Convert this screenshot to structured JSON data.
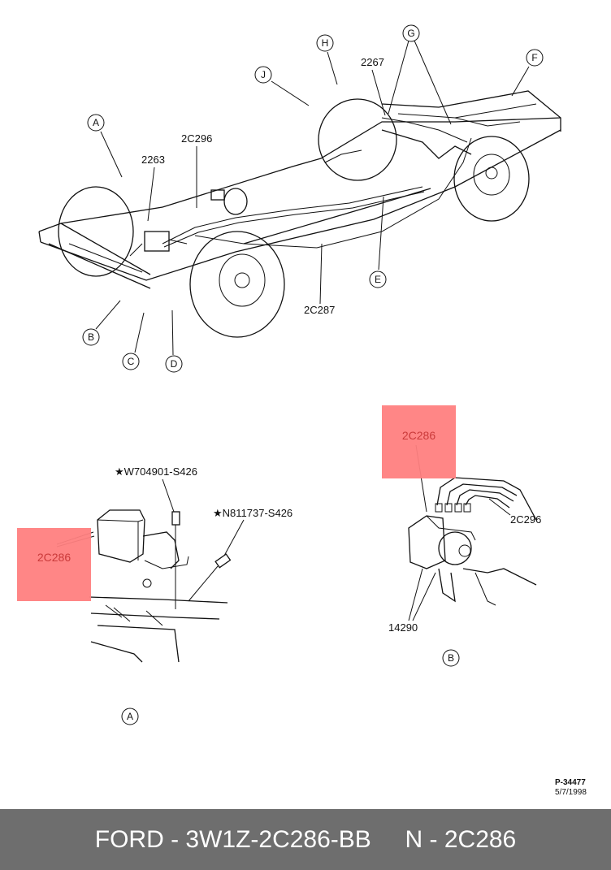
{
  "diagram": {
    "callouts": [
      "A",
      "B",
      "C",
      "D",
      "E",
      "F",
      "G",
      "H",
      "J"
    ],
    "part_labels": {
      "p2263": "2263",
      "p2c296_top": "2C296",
      "p2267": "2267",
      "p2c287": "2C287",
      "w704901": "★W704901-S426",
      "n811737": "★N811737-S426",
      "p2c296_b": "2C296",
      "p14290": "14290"
    },
    "view_labels": {
      "view_a": "A",
      "view_b": "B"
    },
    "highlights": {
      "left": "2C286",
      "right": "2C286"
    },
    "figure_code": "P-34477",
    "figure_date": "5/7/1998"
  },
  "footer": {
    "part_number": "FORD - 3W1Z-2C286-BB",
    "part_name": "N - 2C286"
  }
}
